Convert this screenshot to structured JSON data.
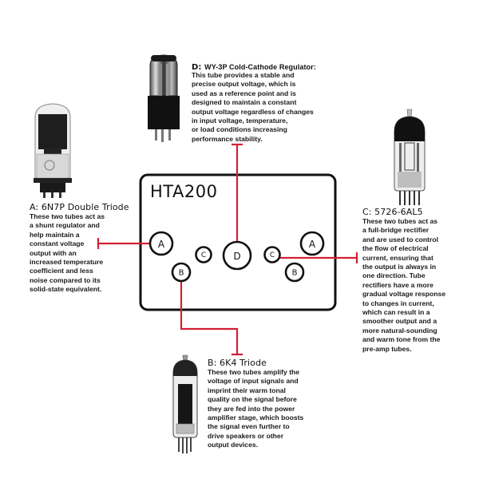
{
  "diagram": {
    "device_label": "HTA200",
    "accent_color": "#d32034",
    "outline_color": "#111111",
    "sockets": [
      {
        "id": "A",
        "position": "left",
        "label": "A"
      },
      {
        "id": "B",
        "position": "left",
        "label": "B"
      },
      {
        "id": "C",
        "position": "left",
        "label": "C"
      },
      {
        "id": "D",
        "position": "center",
        "label": "D"
      },
      {
        "id": "C",
        "position": "right",
        "label": "C"
      },
      {
        "id": "A",
        "position": "right",
        "label": "A"
      },
      {
        "id": "B",
        "position": "right",
        "label": "B"
      }
    ]
  },
  "callouts": {
    "a": {
      "title": "A: 6N7P Double Triode",
      "description": "These two tubes act as\na shunt regulator and\nhelp maintain a\nconstant voltage\noutput with an\nincreased temperature\ncoefficient and less\nnoise compared to its\nsolid-state equivalent.",
      "tube_icon": "6n7p-tube-icon"
    },
    "b": {
      "title": "B: 6K4 Triode",
      "description": "These two tubes amplify the\nvoltage of input signals and\nimprint their warm tonal\nquality on the signal before\nthey are fed into the power\namplifier stage, which boosts\nthe signal even further to\ndrive speakers or other\noutput devices.",
      "tube_icon": "6k4-tube-icon"
    },
    "c": {
      "title": "C: 5726-6AL5",
      "description": "These two tubes act as\na full-bridge rectifier\nand are used to control\nthe flow of electrical\ncurrent, ensuring that\nthe output is always in\none direction. Tube\nrectifiers have a more\ngradual voltage response\nto changes in current,\nwhich can result in a\nsmoother output and a\nmore natural-sounding\nand warm tone from the\npre-amp tubes.",
      "tube_icon": "5726-tube-icon"
    },
    "d": {
      "title_letter": "D:",
      "title_name": "WY-3P Cold-Cathode Regulator:",
      "description": "This tube provides a stable and\nprecise output voltage, which is\nused as a reference point and is\ndesigned to maintain a constant\noutput voltage regardless of changes\nin input voltage, temperature,\nor load conditions increasing\nperformance stability.",
      "tube_icon": "wy3p-tube-icon"
    }
  }
}
